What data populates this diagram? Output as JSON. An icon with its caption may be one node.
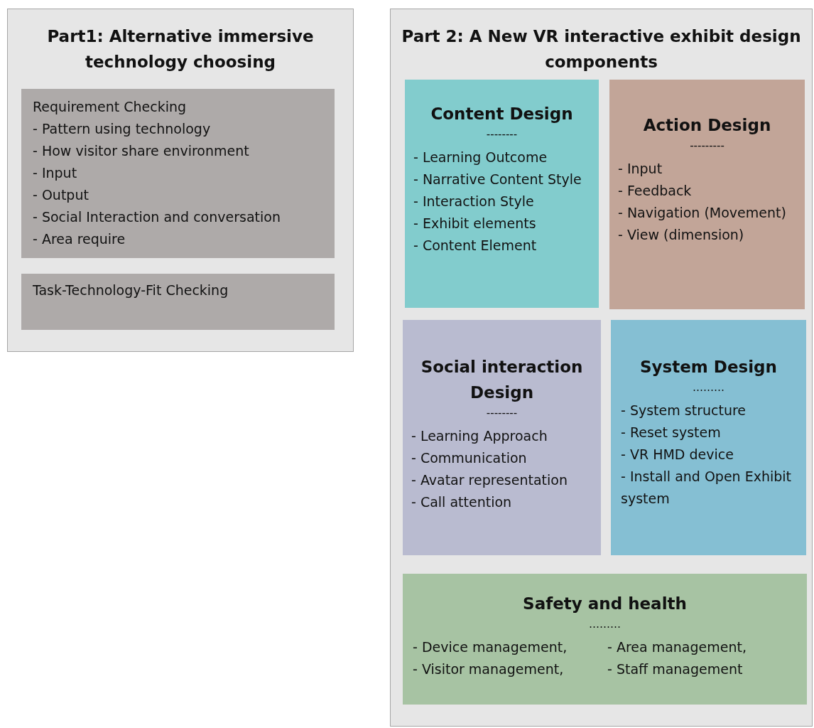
{
  "diagram": {
    "nodes": [
      {
        "text": [
          "Part1: Alternative immersive technology choosing"
        ]
      },
      {
        "text": [
          "Requirement  Checking",
          "- Pattern  using technology",
          "- How visitor share environment",
          "- Input",
          "- Output",
          "- Social Interaction and conversation",
          "- Area require"
        ],
        "in": 0
      },
      {
        "text": [
          "Task-Technology-Fit Checking"
        ],
        "in": 0
      },
      {
        "text": [
          "Part 2: A New VR interactive exhibit design components"
        ]
      },
      {
        "text": [
          "Content Design",
          "--------",
          "- Learning Outcome",
          "- Narrative Content Style",
          "- Interaction Style",
          "- Exhibit elements",
          "- Content  Element"
        ],
        "in": 3
      },
      {
        "text": [
          "Action Design",
          "---------",
          "- Input",
          "- Feedback",
          "- Navigation (Movement)",
          "- View (dimension)"
        ],
        "in": 3
      },
      {
        "text": [
          "Social interaction Design",
          "--------",
          "- Learning Approach",
          "- Communication",
          "- Avatar representation",
          "- Call attention"
        ],
        "in": 3
      },
      {
        "text": [
          "System Design",
          "………",
          "- System structure",
          "- Reset system",
          "- VR HMD device",
          "- Install and Open Exhibit system"
        ],
        "in": 3
      },
      {
        "text": [
          "Safety and health",
          "………",
          "- Device management,",
          "- Area management,",
          "- Visitor management,",
          "- Staff management"
        ],
        "in": 3
      }
    ]
  }
}
